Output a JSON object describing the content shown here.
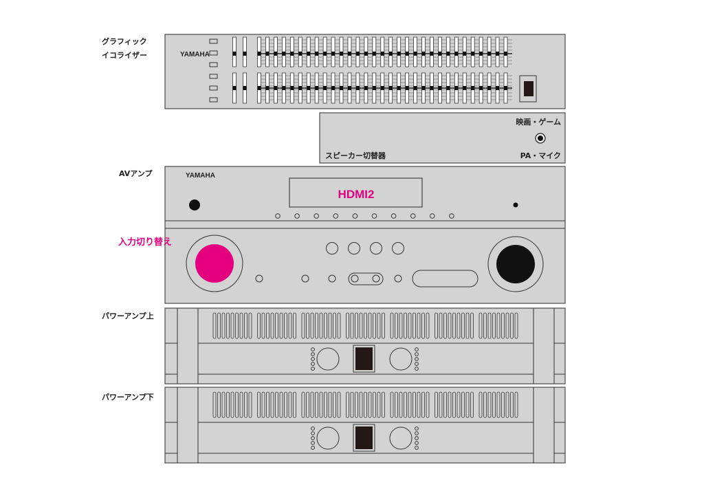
{
  "labels": {
    "eq_line1": "グラフィック",
    "eq_line2": "イコライザー",
    "speaker_switch": "スピーカー切替器",
    "movie_game": "映画・ゲーム",
    "pa_mic": "PA・マイク",
    "av_amp": "AVアンプ",
    "input_select": "入力切り替え",
    "power_amp_upper": "パワーアンプ上",
    "power_amp_lower": "パワーアンプ下"
  },
  "brand": "YAMAHA",
  "display_text": "HDMI2",
  "colors": {
    "accent": "#e4007f",
    "panel": "#d3d3d3"
  }
}
